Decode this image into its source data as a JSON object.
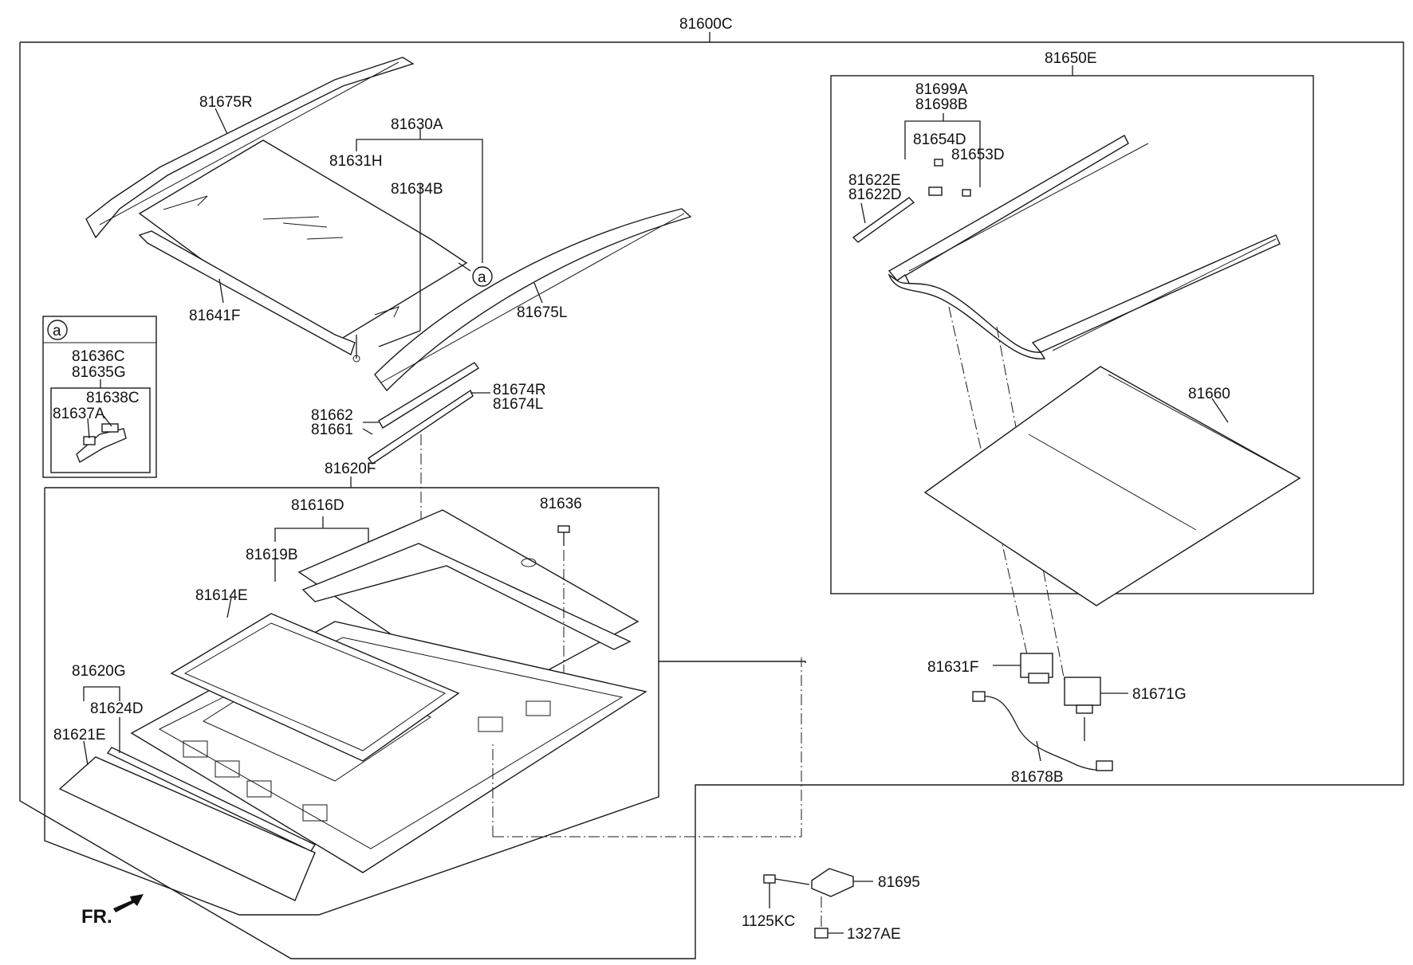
{
  "labels": {
    "main_assembly": "81600C",
    "roof_rail_r": "81675R",
    "glass_assy": "81630A",
    "glass_panel": "81631H",
    "glass_trim": "81634B",
    "glass_seal": "81641F",
    "roof_rail_l": "81675L",
    "detail_callout": "a",
    "detail_callout_ref": "a",
    "detail_c": "81636C",
    "detail_g": "81635G",
    "detail_clip": "81638C",
    "detail_holder": "81637A",
    "deflector_62": "81662",
    "deflector_61": "81661",
    "deflector_r": "81674R",
    "deflector_l": "81674L",
    "frame_assy": "81620F",
    "fixed_glass": "81616D",
    "fixed_glass_seal": "81619B",
    "screw": "81636",
    "frame_seal": "81614E",
    "rear_panel_assy": "81620G",
    "rear_seal": "81624D",
    "rear_panel": "81621E",
    "front_marker": "FR.",
    "mechanism_assy": "81650E",
    "mech_a": "81699A",
    "mech_b": "81698B",
    "mech_d": "81654D",
    "mech_d2": "81653D",
    "cable_e": "81622E",
    "cable_d": "81622D",
    "sunshade": "81660",
    "motor": "81631F",
    "motor2": "81671G",
    "harness": "81678B",
    "bracket": "81695",
    "bolt": "1125KC",
    "nut": "1327AE"
  }
}
